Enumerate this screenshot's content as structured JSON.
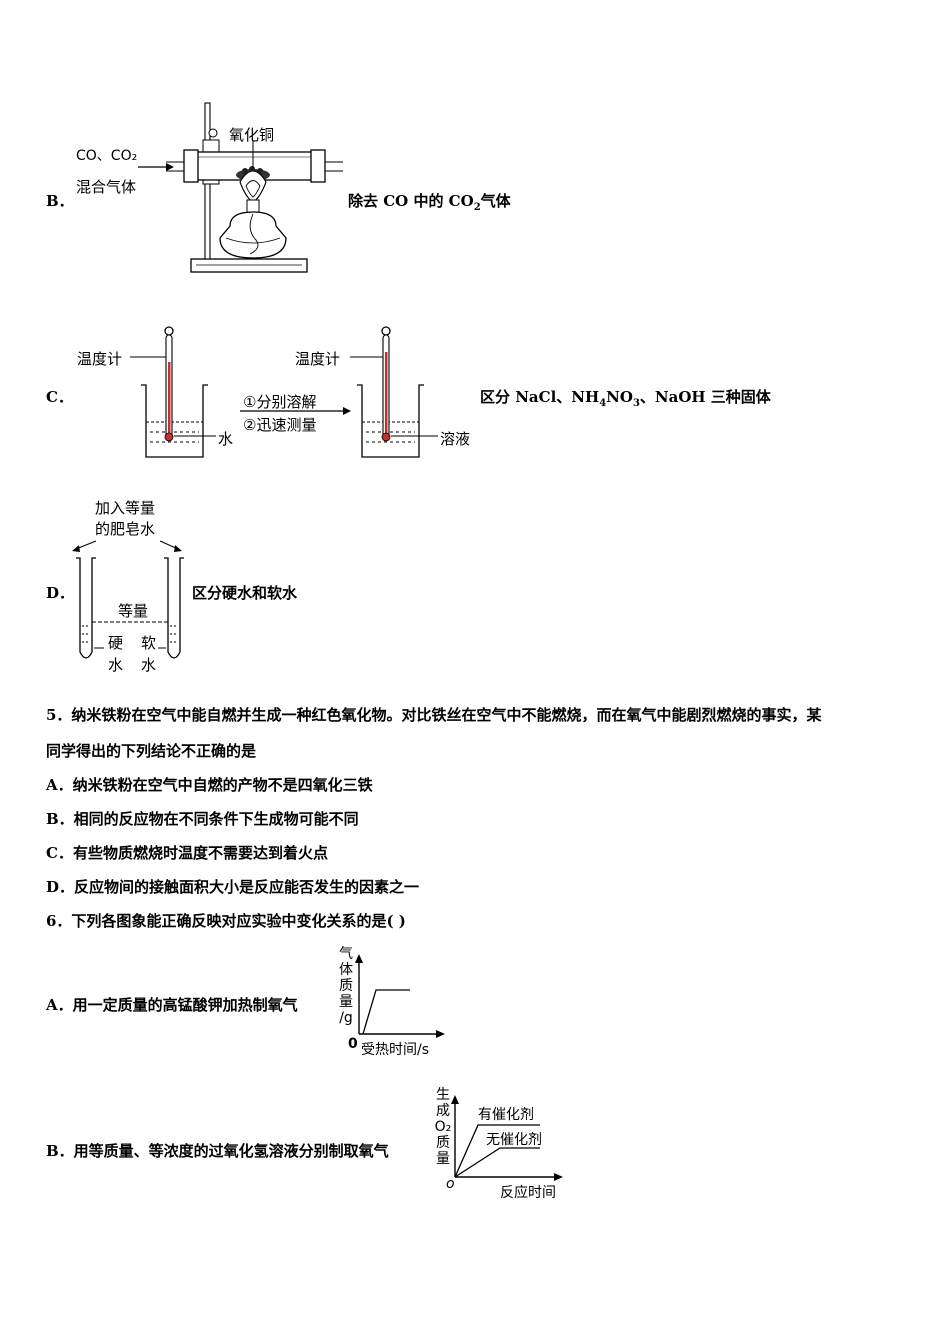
{
  "option_b": {
    "letter": "B．",
    "gas_label": "CO、CO₂",
    "mix_label": "混合气体",
    "copper_oxide_label": "氧化铜",
    "text_pre": "除去 CO 中的 CO",
    "text_sub": "2",
    "text_post": "气体"
  },
  "option_c": {
    "letter": "C．",
    "thermometer_label_1": "温度计",
    "thermometer_label_2": "温度计",
    "water_label": "水",
    "solution_label": "溶液",
    "step_1": "①分别溶解",
    "step_2": "②迅速测量",
    "text_pre": "区分 NaCl、NH",
    "text_sub1": "4",
    "text_mid": "NO",
    "text_sub2": "3",
    "text_post": "、NaOH 三种固体"
  },
  "option_d": {
    "letter": "D．",
    "add_line_1": "加入等量",
    "add_line_2": "的肥皂水",
    "equal_label": "等量",
    "hard_1": "硬",
    "hard_2": "水",
    "soft_1": "软",
    "soft_2": "水",
    "text": "区分硬水和软水"
  },
  "question5": {
    "stem_line1": "5．纳米铁粉在空气中能自燃并生成一种红色氧化物。对比铁丝在空气中不能燃烧，而在氧气中能剧烈燃烧的事实，某",
    "stem_line2": "同学得出的下列结论不正确的是",
    "options": [
      "A．纳米铁粉在空气中自燃的产物不是四氧化三铁",
      "B．相同的反应物在不同条件下生成物可能不同",
      "C．有些物质燃烧时温度不需要达到着火点",
      "D．反应物间的接触面积大小是反应能否发生的因素之一"
    ]
  },
  "question6": {
    "stem": "6．下列各图象能正确反映对应实验中变化关系的是(    )",
    "option_a": {
      "text": "A．用一定质量的高锰酸钾加热制氧气",
      "y_label": [
        "气",
        "体",
        "质",
        "量",
        "/g"
      ],
      "origin": "0",
      "x_label": "受热时间/s"
    },
    "option_b": {
      "text": "B．用等质量、等浓度的过氧化氢溶液分别制取氧气",
      "y_label": [
        "生",
        "成",
        "O₂",
        "质",
        "量"
      ],
      "origin": "o",
      "x_label": "反应时间",
      "series_1": "有催化剂",
      "series_2": "无催化剂"
    }
  },
  "colors": {
    "thermometer_red": "#c8302c"
  }
}
